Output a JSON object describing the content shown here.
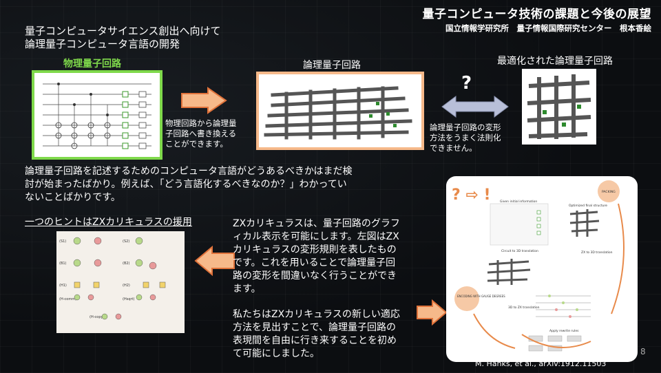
{
  "header": {
    "title": "量子コンピュータ技術の課題と今後の展望",
    "affiliation": "国立情報学研究所　量子情報国際研究センター　根本香絵"
  },
  "intro": {
    "line1": "量子コンピュータサイエンス創出へ向けて",
    "line2": "論理量子コンピュータ言語の開発"
  },
  "physical": {
    "label": "物理量子回路"
  },
  "logical": {
    "label": "論理量子回路"
  },
  "optimized": {
    "label": "最適化された論理量子回路"
  },
  "question_mark": "?",
  "caption_a": {
    "l1": "物理回路から論理量",
    "l2": "子回路へ書き換える",
    "l3": "ことができます。"
  },
  "caption_b": {
    "l1": "論理量子回路の変形",
    "l2": "方法をうまく法則化",
    "l3": "できません。"
  },
  "paragraph1": {
    "l1": "論理量子回路を記述するためのコンピュータ言語がどうあるべきかはまだ検",
    "l2": "討が始まったばかり。例えば、「どう言語化するべきなのか？」わかってい",
    "l3": "ないことばかりです。"
  },
  "hint": "一つのヒントはZXカリキュラスの援用",
  "zx_text": {
    "l1": "ZXカリキュラスは、量子回路のグラフ",
    "l2": "ィカル表示を可能にします。左図はZX",
    "l3": "カリキュラスの変形規則を表したもの",
    "l4": "です。これを用いることで論理量子回",
    "l5": "路の変形を間違いなく行うことができ",
    "l6": "ます。"
  },
  "conclusion": {
    "l1": "私たちはZXカリキュラスの新しい適応",
    "l2": "方法を見出すことで、論理量子回路の",
    "l3": "表現間を自由に行き来することを初め",
    "l4": "て可能にしました。"
  },
  "rules": {
    "s1": "(S1)",
    "s2": "(S2)",
    "b1": "(B1)",
    "b2": "(B2)",
    "h1": "(H1)",
    "h2": "(H2)",
    "hcomm": "(H-comm)",
    "hsqrt": "(Hsqrt)",
    "hcopy": "(H-copy)"
  },
  "diagram": {
    "marks": "? ⇨ !",
    "given": "Given initial information",
    "optimized": "Optimized final structure",
    "packing": "PACKING",
    "c3d": "Circuit to 3D translation",
    "zx3d": "ZX to 3D translation",
    "encoding": "ENCODING WITH GAUGE DEGREES",
    "d3zx": "3D to ZX translation",
    "rewrite": "Apply rewrite rules"
  },
  "citation": "M. Hanks, et al., arXiv:1912.11503",
  "page_number": "8",
  "colors": {
    "green": "#7fd94b",
    "arrow": "#f6b98a",
    "arrow_border": "#e0723a",
    "double_arrow": "#b8bfd8"
  }
}
